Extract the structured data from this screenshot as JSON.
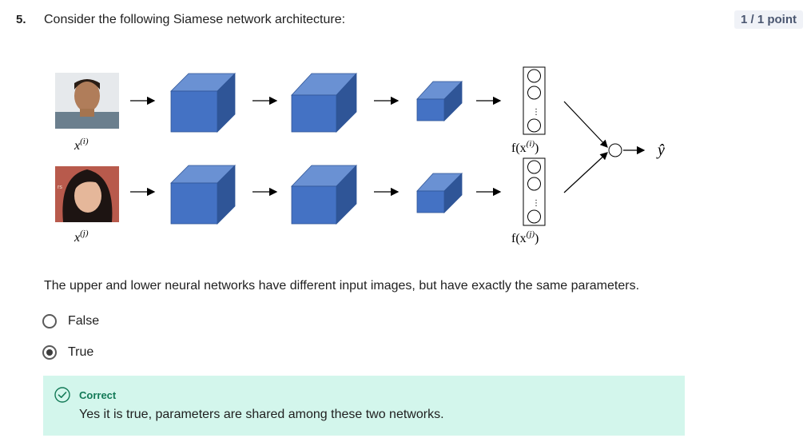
{
  "question": {
    "number": "5.",
    "text": "Consider the following Siamese network architecture:",
    "points": "1 / 1 point"
  },
  "diagram": {
    "input_top_label": "x",
    "input_top_sup": "(i)",
    "input_bottom_label": "x",
    "input_bottom_sup": "(j)",
    "output_top_label": "f(x",
    "output_top_sup": "(i)",
    "output_top_close": ")",
    "output_bottom_label": "f(x",
    "output_bottom_sup": "(j)",
    "output_bottom_close": ")",
    "result_label": "ŷ",
    "colors": {
      "cube_front": "#4472c4",
      "cube_top": "#6a91d3",
      "cube_side": "#2f5597"
    }
  },
  "statement": "The upper and lower neural networks have different input images, but have exactly the same parameters.",
  "options": [
    {
      "label": "False",
      "selected": false
    },
    {
      "label": "True",
      "selected": true
    }
  ],
  "feedback": {
    "title": "Correct",
    "message": "Yes it is true, parameters are shared among these two networks.",
    "color": "#d3f6ec",
    "accent": "#137a57"
  }
}
